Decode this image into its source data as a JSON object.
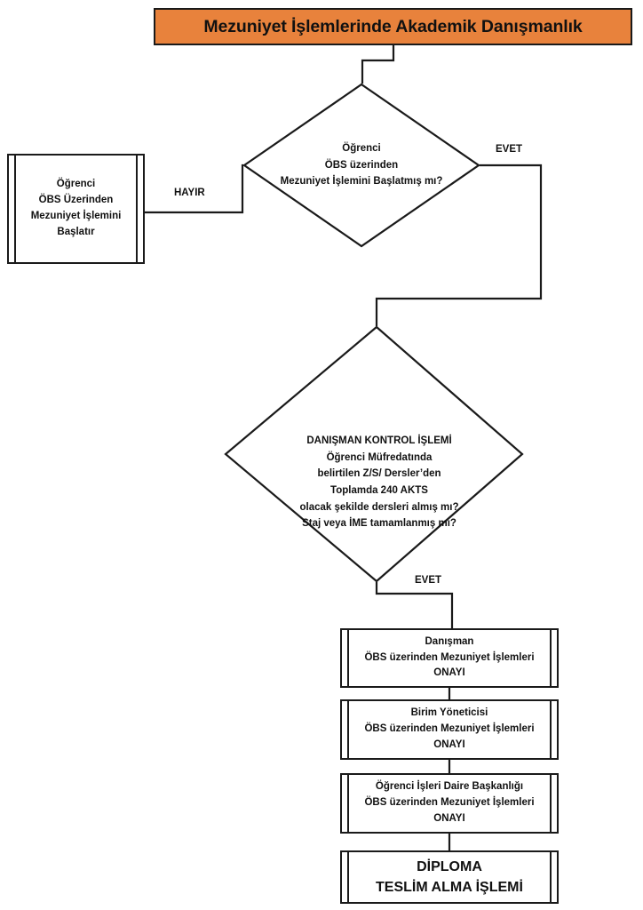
{
  "title_banner": {
    "text": "Mezuniyet İşlemlerinde Akademik Danışmanlık",
    "fill_color": "#E8823C",
    "border_color": "#1a1a1a"
  },
  "decisions": [
    {
      "id": "decision-student-started",
      "lines": [
        "Öğrenci",
        "ÖBS üzerinden",
        "Mezuniyet İşlemini Başlatmış mı?"
      ]
    },
    {
      "id": "decision-advisor-check",
      "header": "DANIŞMAN KONTROL İŞLEMİ",
      "lines": [
        "Öğrenci Müfredatında",
        "belirtilen Z/S/ Dersler’den",
        "Toplamda 240 AKTS",
        "olacak şekilde dersleri almış mı?",
        "Staj veya İME tamamlanmış mı?"
      ]
    }
  ],
  "process_boxes": {
    "student_start": {
      "id": "process-student-start",
      "lines": [
        "Öğrenci",
        "ÖBS Üzerinden",
        "Mezuniyet İşlemini",
        "Başlatır"
      ]
    },
    "advisor_approval": {
      "id": "process-advisor-approval",
      "lines": [
        "Danışman",
        "ÖBS üzerinden Mezuniyet İşlemleri",
        "ONAYI"
      ]
    },
    "unit_manager_approval": {
      "id": "process-unit-manager-approval",
      "lines": [
        "Birim Yöneticisi",
        "ÖBS üzerinden Mezuniyet İşlemleri",
        "ONAYI"
      ]
    },
    "student_affairs_approval": {
      "id": "process-student-affairs-approval",
      "lines": [
        "Öğrenci İşleri Daire Başkanlığı",
        "ÖBS üzerinden Mezuniyet İşlemleri",
        "ONAYI"
      ]
    },
    "diploma_delivery": {
      "id": "process-diploma-delivery",
      "lines": [
        "DİPLOMA",
        "TESLİM ALMA İŞLEMİ"
      ]
    }
  },
  "edge_labels": {
    "no_label": "HAYIR",
    "yes_label_top": "EVET",
    "yes_label_bottom": "EVET"
  }
}
